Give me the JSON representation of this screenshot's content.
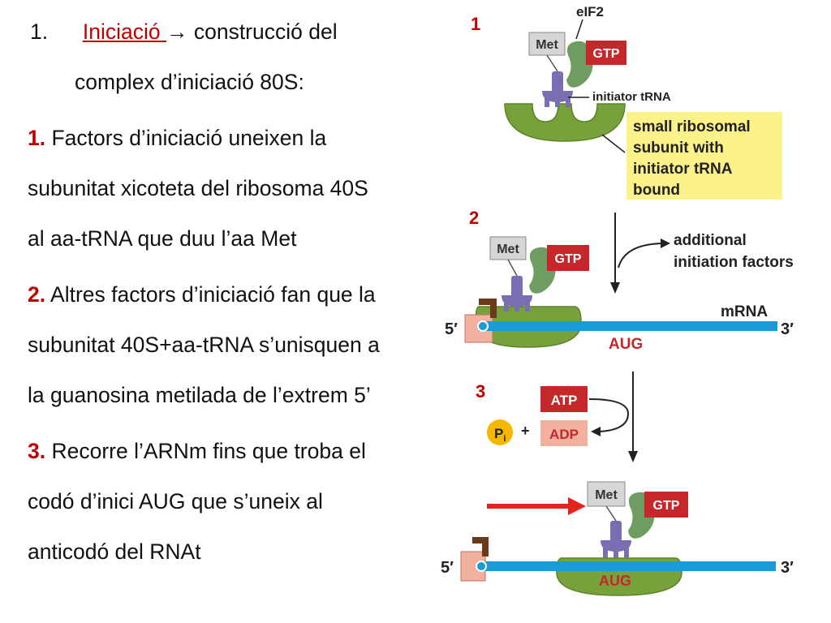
{
  "text": {
    "item_number": "1.",
    "heading_link": "Iniciació ",
    "heading_arrow": "→",
    "heading_rest": "construcció del",
    "heading_line2": "complex d’iniciació 80S:",
    "step1_num": "1.",
    "step1_line1": "Factors d’iniciació uneixen la",
    "step1_line2": "subunitat xicoteta del ribosoma 40S",
    "step1_line3": "al aa-tRNA que duu l’aa Met",
    "step2_num": "2.",
    "step2_line1": "Altres factors d’iniciació fan que la",
    "step2_line2": "subunitat 40S+aa-tRNA s’unisquen a",
    "step2_line3": "la guanosina metilada de l’extrem 5’",
    "step3_num": "3.",
    "step3_line1": "Recorre l’ARNm fins que troba el",
    "step3_line2": "codó d’inici AUG que s’uneix al",
    "step3_line3": "anticodó del RNAt"
  },
  "diagram": {
    "panel1_number": "1",
    "panel2_number": "2",
    "panel3_number": "3",
    "eif2_label": "eIF2",
    "met_label": "Met",
    "gtp_label": "GTP",
    "initiator_trna_label": "initiator tRNA",
    "yellow_box_line1": "small ribosomal",
    "yellow_box_line2": "subunit with",
    "yellow_box_line3": "initiator tRNA",
    "yellow_box_line4": "bound",
    "additional_line1": "additional",
    "additional_line2": "initiation factors",
    "mrna_label": "mRNA",
    "five_prime": "5′",
    "three_prime": "3′",
    "aug_label": "AUG",
    "atp_label": "ATP",
    "adp_label": "ADP",
    "pi_label": "P",
    "pi_sub": "i",
    "plus_sign": "+"
  },
  "colors": {
    "red_text": "#c00000",
    "ribosome_green": "#77a13a",
    "eif2_green": "#6e9d62",
    "trna_purple": "#7b6db2",
    "gtp_red": "#c5282a",
    "mrna_blue": "#1a9ad6",
    "callout_yellow": "#fbf28a",
    "met_grey": "#d6d6d6",
    "cap_pink": "#f2b09e",
    "cap_brown": "#6b3a1a",
    "pi_yellow": "#f4b800",
    "arrow_red": "#e8221f"
  }
}
